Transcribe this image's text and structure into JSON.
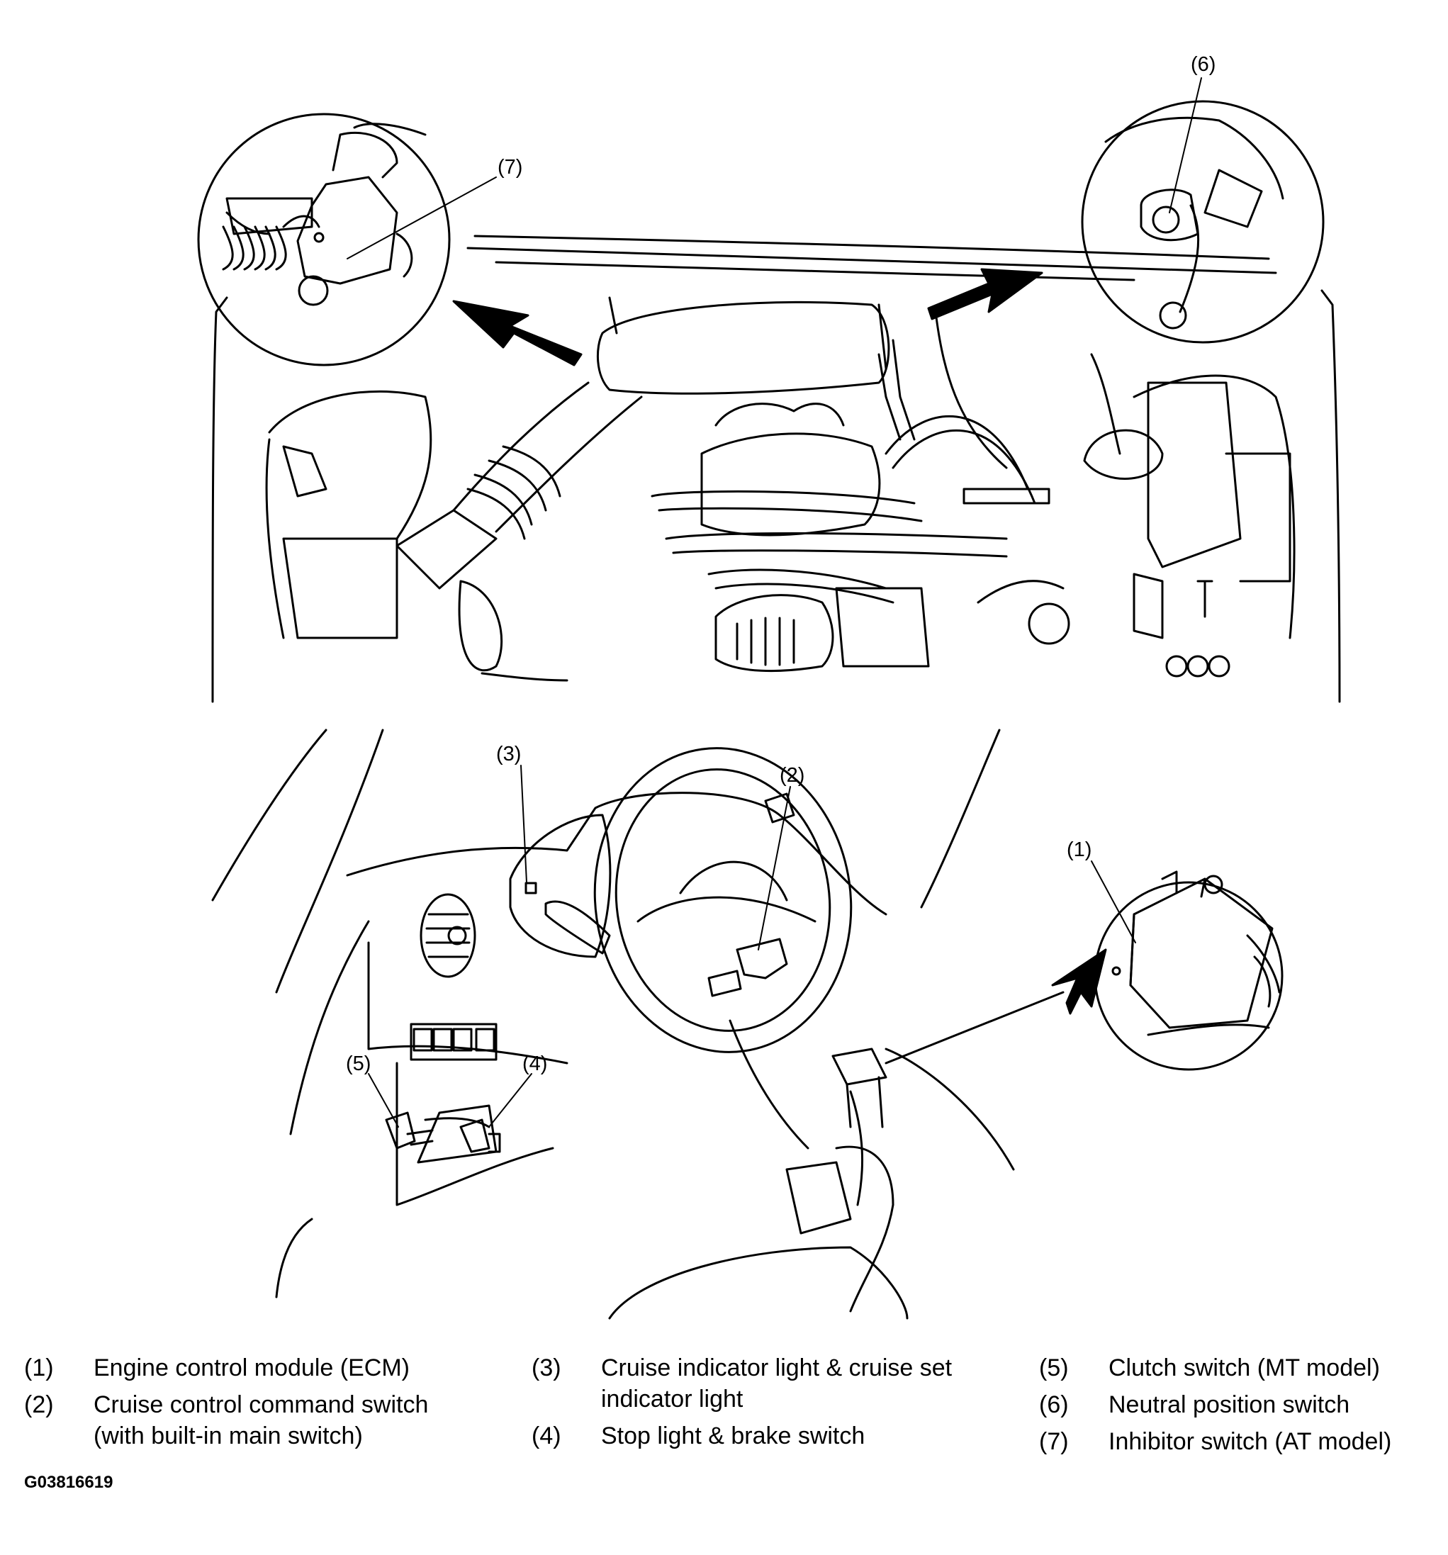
{
  "callouts": {
    "c1": "(1)",
    "c2": "(2)",
    "c3": "(3)",
    "c4": "(4)",
    "c5": "(5)",
    "c6": "(6)",
    "c7": "(7)"
  },
  "legend": [
    {
      "num": "(1)",
      "text": "Engine control module (ECM)"
    },
    {
      "num": "(2)",
      "text": "Cruise control command switch (with built-in main switch)"
    },
    {
      "num": "(3)",
      "text": "Cruise indicator light & cruise set indicator light"
    },
    {
      "num": "(4)",
      "text": "Stop light & brake switch"
    },
    {
      "num": "(5)",
      "text": "Clutch switch (MT model)"
    },
    {
      "num": "(6)",
      "text": "Neutral position switch"
    },
    {
      "num": "(7)",
      "text": "Inhibitor switch (AT model)"
    }
  ],
  "figure_code": "G03816619"
}
